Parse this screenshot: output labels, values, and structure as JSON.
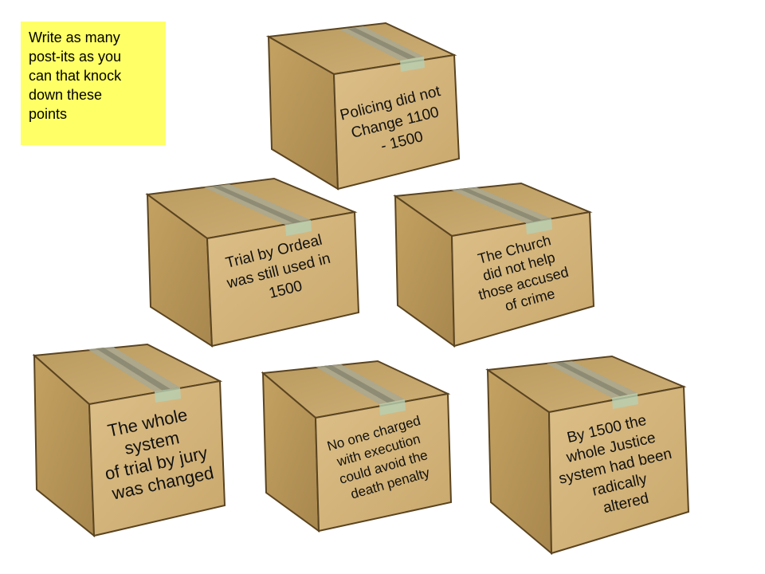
{
  "note": {
    "lines": [
      "Write as many",
      "post-its as you",
      "can that knock",
      "down these",
      "points"
    ]
  },
  "boxes": [
    {
      "id": "policing",
      "lines": [
        "Policing did not",
        "Change 1100",
        "- 1500"
      ]
    },
    {
      "id": "ordeal",
      "lines": [
        "Trial by Ordeal",
        "was still used in",
        "1500"
      ]
    },
    {
      "id": "church",
      "lines": [
        "The Church",
        "did not help",
        "those accused",
        "of crime"
      ]
    },
    {
      "id": "jury",
      "lines": [
        "The whole",
        "system",
        "of trial by jury",
        "was changed"
      ]
    },
    {
      "id": "execution",
      "lines": [
        "No one charged",
        "with execution",
        "could avoid the",
        "death penalty"
      ]
    },
    {
      "id": "justice",
      "lines": [
        "By 1500 the",
        "whole Justice",
        "system  had been",
        "radically",
        "altered"
      ]
    }
  ],
  "colors": {
    "note": "#ffff66",
    "box_top": "#c4a464",
    "box_left": "#b8975a",
    "box_front": "#d8b980",
    "box_edge": "#5a4421",
    "tape": "#a9a892",
    "tape_stripe": "#86856e"
  }
}
